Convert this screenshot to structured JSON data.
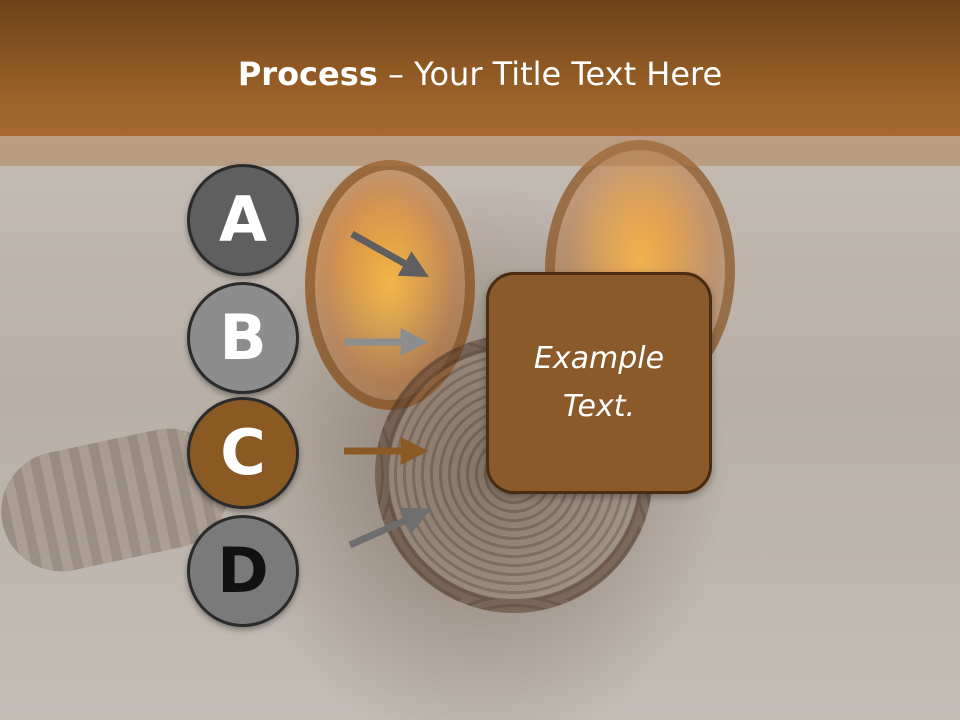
{
  "slide": {
    "title_bold": "Process",
    "title_rest": " – Your Title Text Here"
  },
  "steps": [
    {
      "letter": "A",
      "color": "#5f5f5f"
    },
    {
      "letter": "B",
      "color": "#8d8d8d"
    },
    {
      "letter": "C",
      "color": "#8b5a24"
    },
    {
      "letter": "D",
      "color": "#7a7a7a"
    }
  ],
  "arrows": [
    {
      "from": "A",
      "color": "#5f5f5f",
      "direction": "down-right"
    },
    {
      "from": "B",
      "color": "#8d8d8d",
      "direction": "right"
    },
    {
      "from": "C",
      "color": "#8b5a24",
      "direction": "right"
    },
    {
      "from": "D",
      "color": "#6e6e6e",
      "direction": "up-right"
    }
  ],
  "box": {
    "text": "Example Text.",
    "color": "#8b5a2b"
  },
  "background": {
    "description_icon": "gas-mask-photo"
  }
}
